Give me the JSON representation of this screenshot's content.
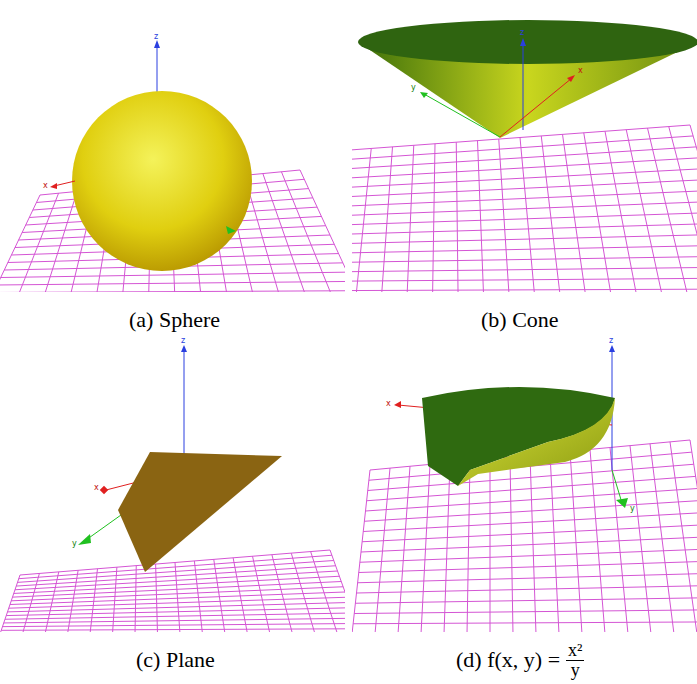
{
  "diagram": {
    "labels": [
      "z",
      "x",
      "(a) Sphere",
      "z",
      "y",
      "x",
      "(b) Cone",
      "z",
      "x",
      "y",
      "(c) Plane",
      "z",
      "x",
      "y",
      "(d) f(x, y) =",
      "x²",
      "y"
    ]
  }
}
